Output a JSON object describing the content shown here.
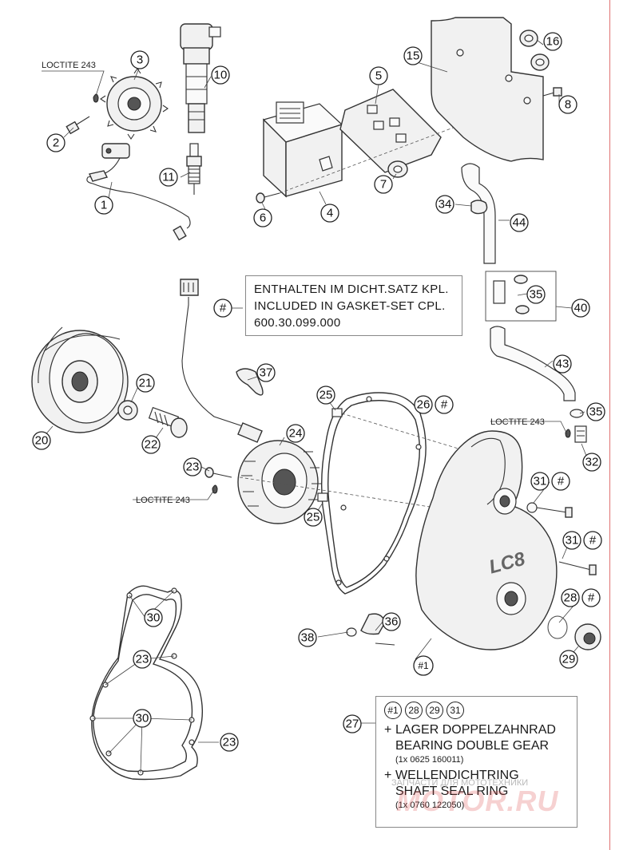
{
  "loctite_label": "LOCTITE 243",
  "callouts": [
    "1",
    "2",
    "3",
    "4",
    "5",
    "6",
    "7",
    "8",
    "10",
    "11",
    "15",
    "16",
    "20",
    "21",
    "22",
    "23",
    "24",
    "25",
    "26",
    "27",
    "28",
    "29",
    "30",
    "31",
    "32",
    "34",
    "35",
    "36",
    "37",
    "38",
    "40",
    "43",
    "44",
    "#",
    "#1"
  ],
  "info_box": {
    "line1": "ENTHALTEN IM DICHT.SATZ KPL.",
    "line2": "INCLUDED IN GASKET-SET CPL.",
    "line3": "600.30.099.000"
  },
  "bottom_box": {
    "refs": [
      "#1",
      "28",
      "29",
      "31"
    ],
    "item1_de": "LAGER DOPPELZAHNRAD",
    "item1_en": "BEARING DOUBLE GEAR",
    "item1_pn": "(1x 0625 160011)",
    "item2_de": "WELLENDICHTRING",
    "item2_en": "SHAFT SEAL RING",
    "item2_pn": "(1x 0760 122050)",
    "plus": "+"
  },
  "watermark": {
    "text": "ЗАПЧАСТИ ДЛЯ МОТОТЕХНИКИ",
    "logo": "MOTOR.RU"
  },
  "cover_logo": "LC8",
  "colors": {
    "line": "#333333",
    "accent": "#e07070"
  }
}
